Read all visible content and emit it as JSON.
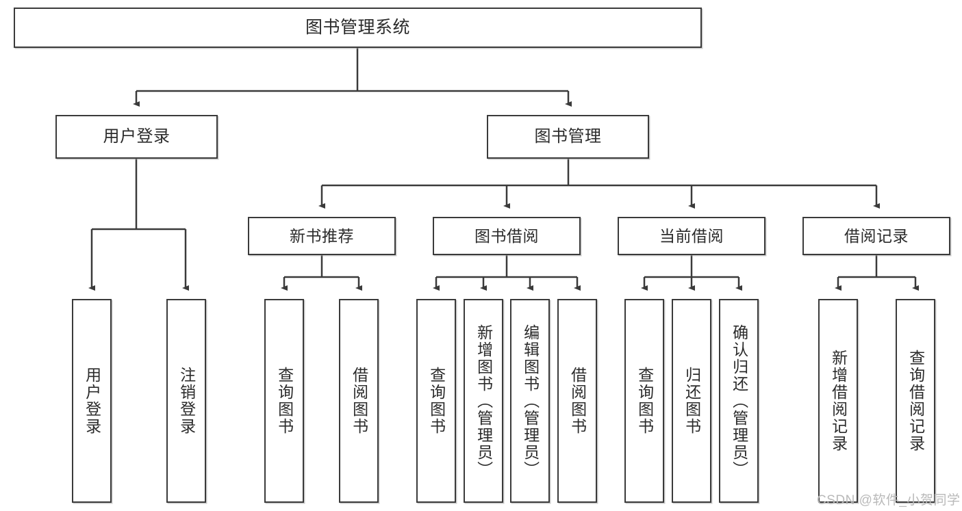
{
  "diagram": {
    "title": "图书管理系统",
    "type": "hierarchy-tree",
    "root": {
      "label": "图书管理系统"
    },
    "level2": [
      {
        "label": "用户登录"
      },
      {
        "label": "图书管理"
      }
    ],
    "level3": [
      {
        "label": "新书推荐"
      },
      {
        "label": "图书借阅"
      },
      {
        "label": "当前借阅"
      },
      {
        "label": "借阅记录"
      }
    ],
    "leaves": {
      "user_login": [
        {
          "label": "用户登录"
        },
        {
          "label": "注销登录"
        }
      ],
      "new_book_recommend": [
        {
          "label": "查询图书"
        },
        {
          "label": "借阅图书"
        }
      ],
      "book_borrow": [
        {
          "label": "查询图书"
        },
        {
          "label": "新增图书（管理员）"
        },
        {
          "label": "编辑图书（管理员）"
        },
        {
          "label": "借阅图书"
        }
      ],
      "current_borrow": [
        {
          "label": "查询图书"
        },
        {
          "label": "归还图书"
        },
        {
          "label": "确认归还（管理员）"
        }
      ],
      "borrow_record": [
        {
          "label": "新增借阅记录"
        },
        {
          "label": "查询借阅记录"
        }
      ]
    }
  },
  "watermark": {
    "text": "CSDN @软件_小贺同学"
  },
  "colors": {
    "border": "#3a3a3a",
    "text": "#2b2b2b",
    "background": "#ffffff",
    "connector": "#3a3a3a",
    "watermark": "#b9b9b9"
  }
}
